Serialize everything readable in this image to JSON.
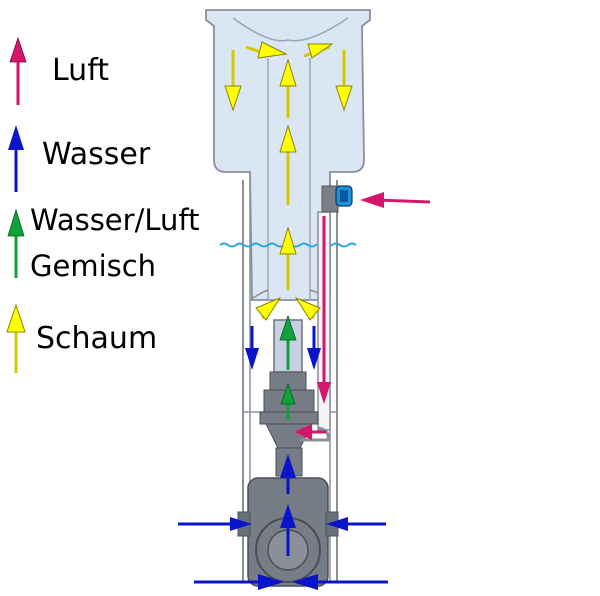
{
  "legend": {
    "air": {
      "label": "Luft",
      "color": "#d6156c"
    },
    "water": {
      "label": "Wasser",
      "color": "#0a14c8"
    },
    "mix": {
      "label_line1": "Wasser/Luft",
      "label_line2": "Gemisch",
      "color": "#0fa13a"
    },
    "foam": {
      "label": "Schaum",
      "color": "#ffff00"
    }
  },
  "colors": {
    "outline": "#8a8f9a",
    "glass_fill": "#dbe6f4",
    "pump_fill": "#777d86",
    "water_line": "#2aa6d8",
    "valve": "#1e90d8"
  }
}
